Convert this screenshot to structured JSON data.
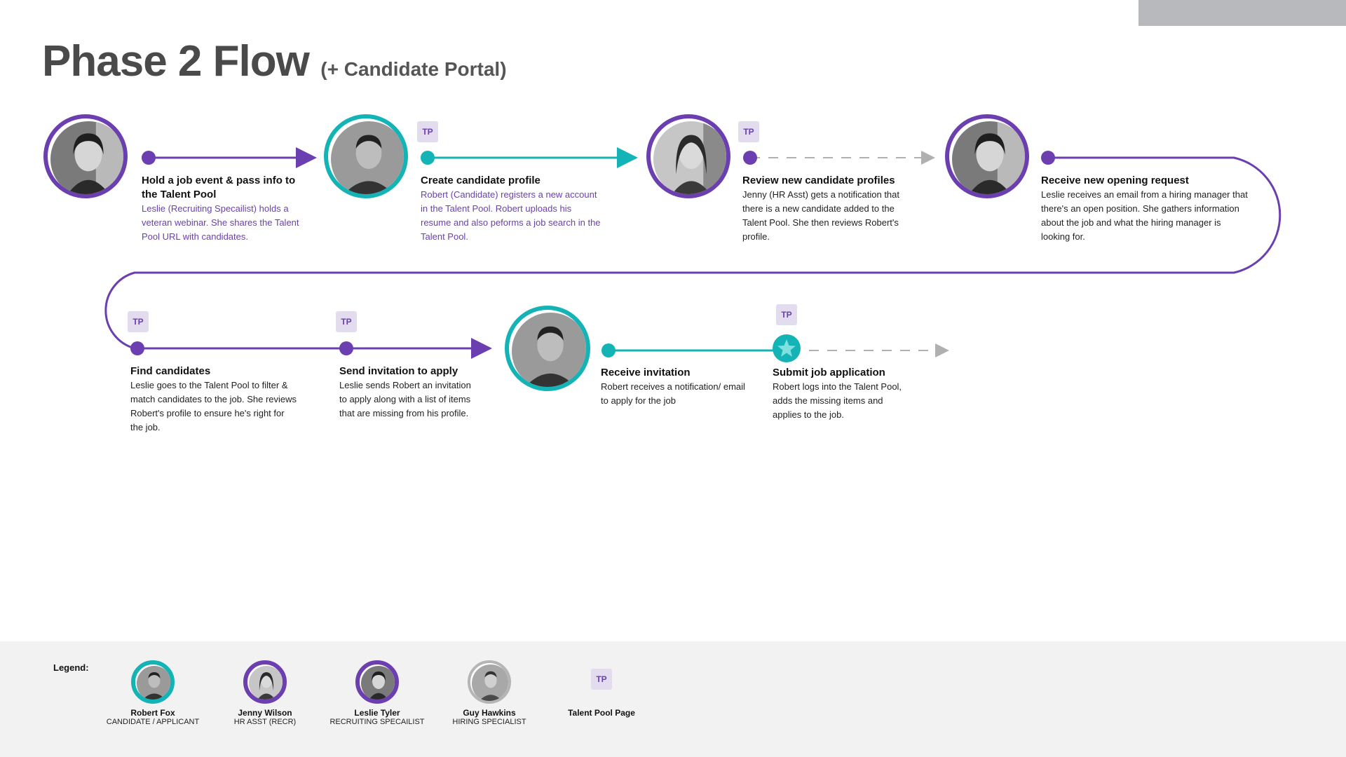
{
  "title": {
    "main": "Phase 2 Flow",
    "sub": "(+ Candidate Portal)"
  },
  "badge": "TP",
  "colors": {
    "purple": "#6b3fb0",
    "teal": "#14b3b5",
    "grey_dash": "#b0b0b0",
    "legend_bg": "#f2f2f2"
  },
  "steps": [
    {
      "title": "Hold a job event & pass info to the Talent Pool",
      "desc": "Leslie (Recruiting Specailist) holds a veteran webinar. She shares the Talent Pool URL with candidates."
    },
    {
      "title": "Create candidate profile",
      "desc": "Robert (Candidate) registers a new account in the Talent Pool. Robert uploads his resume and also peforms a job search in the Talent Pool."
    },
    {
      "title": "Review new candidate profiles",
      "desc": "Jenny (HR Asst)  gets a notification that there is a new candidate added to the Talent Pool. She then reviews Robert's profile."
    },
    {
      "title": "Receive new opening request",
      "desc": "Leslie receives an email from a hiring manager that there's an open position. She gathers information about the job and what the hiring manager is looking for."
    },
    {
      "title": "Find candidates",
      "desc": "Leslie goes to the Talent Pool to filter & match candidates to the job. She reviews Robert's profile to ensure he's right for the job."
    },
    {
      "title": "Send invitation to apply",
      "desc": "Leslie sends Robert an invitation to apply along with a list of items that are missing from his profile."
    },
    {
      "title": "Receive invitation",
      "desc": "Robert receives a notification/ email to apply for the job"
    },
    {
      "title": "Submit job application",
      "desc": "Robert logs into the Talent Pool, adds the missing items and applies to the job."
    }
  ],
  "legend": {
    "label": "Legend:",
    "items": [
      {
        "name": "Robert Fox",
        "role": "CANDIDATE / APPLICANT"
      },
      {
        "name": "Jenny Wilson",
        "role": "HR ASST (RECR)"
      },
      {
        "name": "Leslie Tyler",
        "role": "RECRUITING SPECAILIST"
      },
      {
        "name": "Guy Hawkins",
        "role": "HIRING SPECIALIST"
      },
      {
        "name": "Talent Pool Page",
        "role": ""
      }
    ]
  }
}
